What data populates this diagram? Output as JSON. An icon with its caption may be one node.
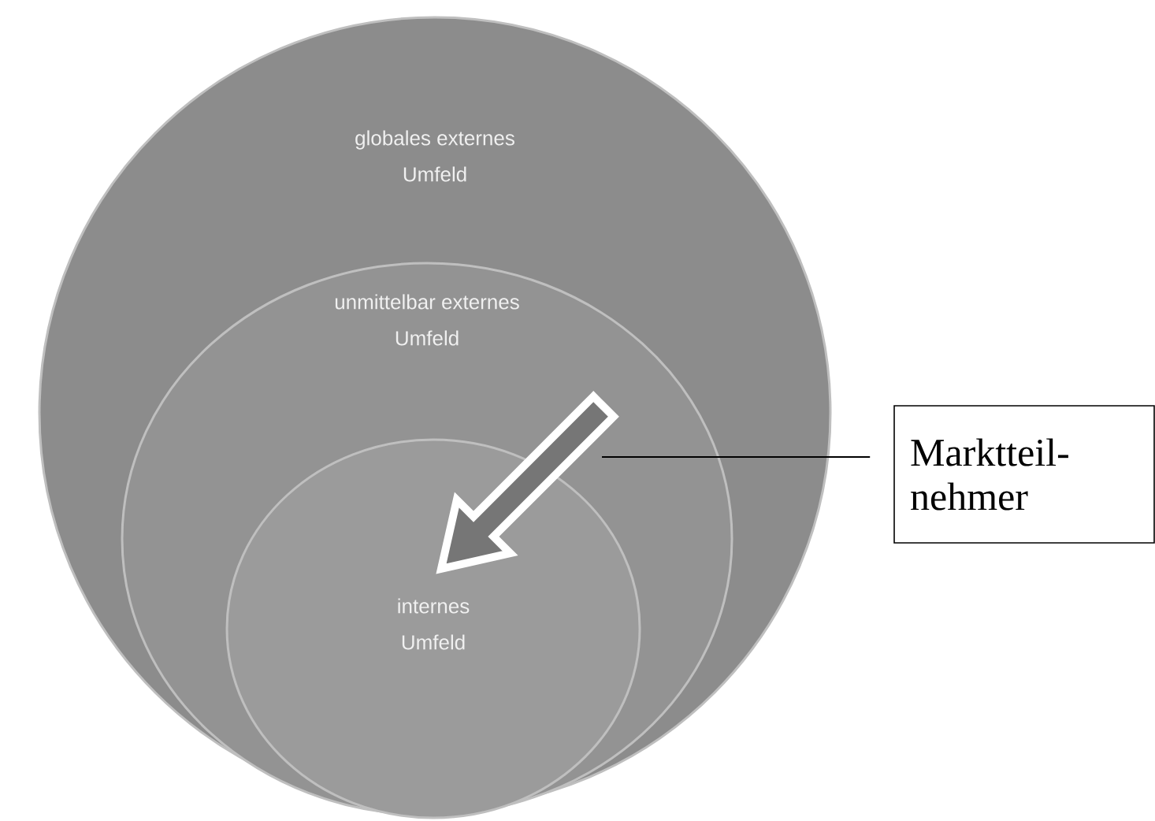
{
  "diagram": {
    "nodes": [
      {
        "text": [
          "globales externes Umfeld"
        ]
      },
      {
        "text": [
          "unmittelbar externes Umfeld"
        ],
        "in": 0
      },
      {
        "text": [
          "internes Umfeld"
        ],
        "in": 1
      },
      {
        "text": [
          "Marktteil- nehmer"
        ]
      }
    ],
    "edges": [
      {
        "from": 3,
        "to": 1,
        "arrow": "none",
        "color": "#000000"
      }
    ]
  }
}
